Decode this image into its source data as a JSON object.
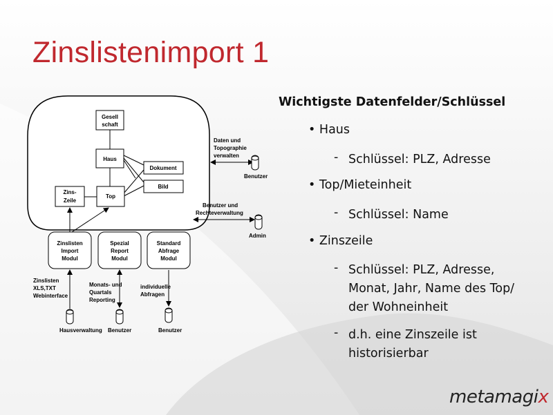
{
  "slide": {
    "title": "Zinslistenimport 1",
    "logo": {
      "main": "metamagi",
      "accent": "x"
    }
  },
  "diagram": {
    "entities": {
      "gesellschaft": [
        "Gesell",
        "schaft"
      ],
      "haus": "Haus",
      "dokument": "Dokument",
      "bild": "Bild",
      "zinszeile": [
        "Zins-",
        "Zeile"
      ],
      "top": "Top"
    },
    "modules": {
      "zinslisten": [
        "Zinslisten",
        "Import",
        "Modul"
      ],
      "spezial": [
        "Spezial",
        "Report",
        "Modul"
      ],
      "standard": [
        "Standard",
        "Abfrage",
        "Modul"
      ]
    },
    "actors": {
      "benutzer_right": "Benutzer",
      "admin": "Admin",
      "hausverwaltung": "Hausverwaltung",
      "benutzer_bottom_mid": "Benutzer",
      "benutzer_bottom_right": "Benutzer"
    },
    "flows": {
      "daten": [
        "Daten und",
        "Topographie",
        "verwalten"
      ],
      "rechte": [
        "Benutzer und",
        "Rechteverwaltung"
      ],
      "zinslisten_input": [
        "Zinslisten",
        "XLS,TXT",
        "Webinterface"
      ],
      "monats": [
        "Monats- und",
        "Quartals",
        "Reporting"
      ],
      "individuelle": [
        "individuelle",
        "Abfragen"
      ]
    }
  },
  "content": {
    "heading": "Wichtigste Datenfelder/Schlüssel",
    "items": [
      {
        "bullet": "•",
        "label": "Haus",
        "sub": [
          {
            "dash": "-",
            "text": "Schlüssel: PLZ, Adresse"
          }
        ]
      },
      {
        "bullet": "•",
        "label": "Top/Mieteinheit",
        "sub": [
          {
            "dash": "-",
            "text": "Schlüssel: Name"
          }
        ]
      },
      {
        "bullet": "•",
        "label": "Zinszeile",
        "sub": [
          {
            "dash": "-",
            "text": "Schlüssel: PLZ, Adresse,\nMonat, Jahr, Name des Top/\nder Wohneinheit"
          },
          {
            "dash": "-",
            "text": "d.h. eine Zinszeile ist\nhistorisierbar"
          }
        ]
      }
    ]
  },
  "colors": {
    "title": "#c0282e",
    "logo_accent": "#c0282e"
  }
}
